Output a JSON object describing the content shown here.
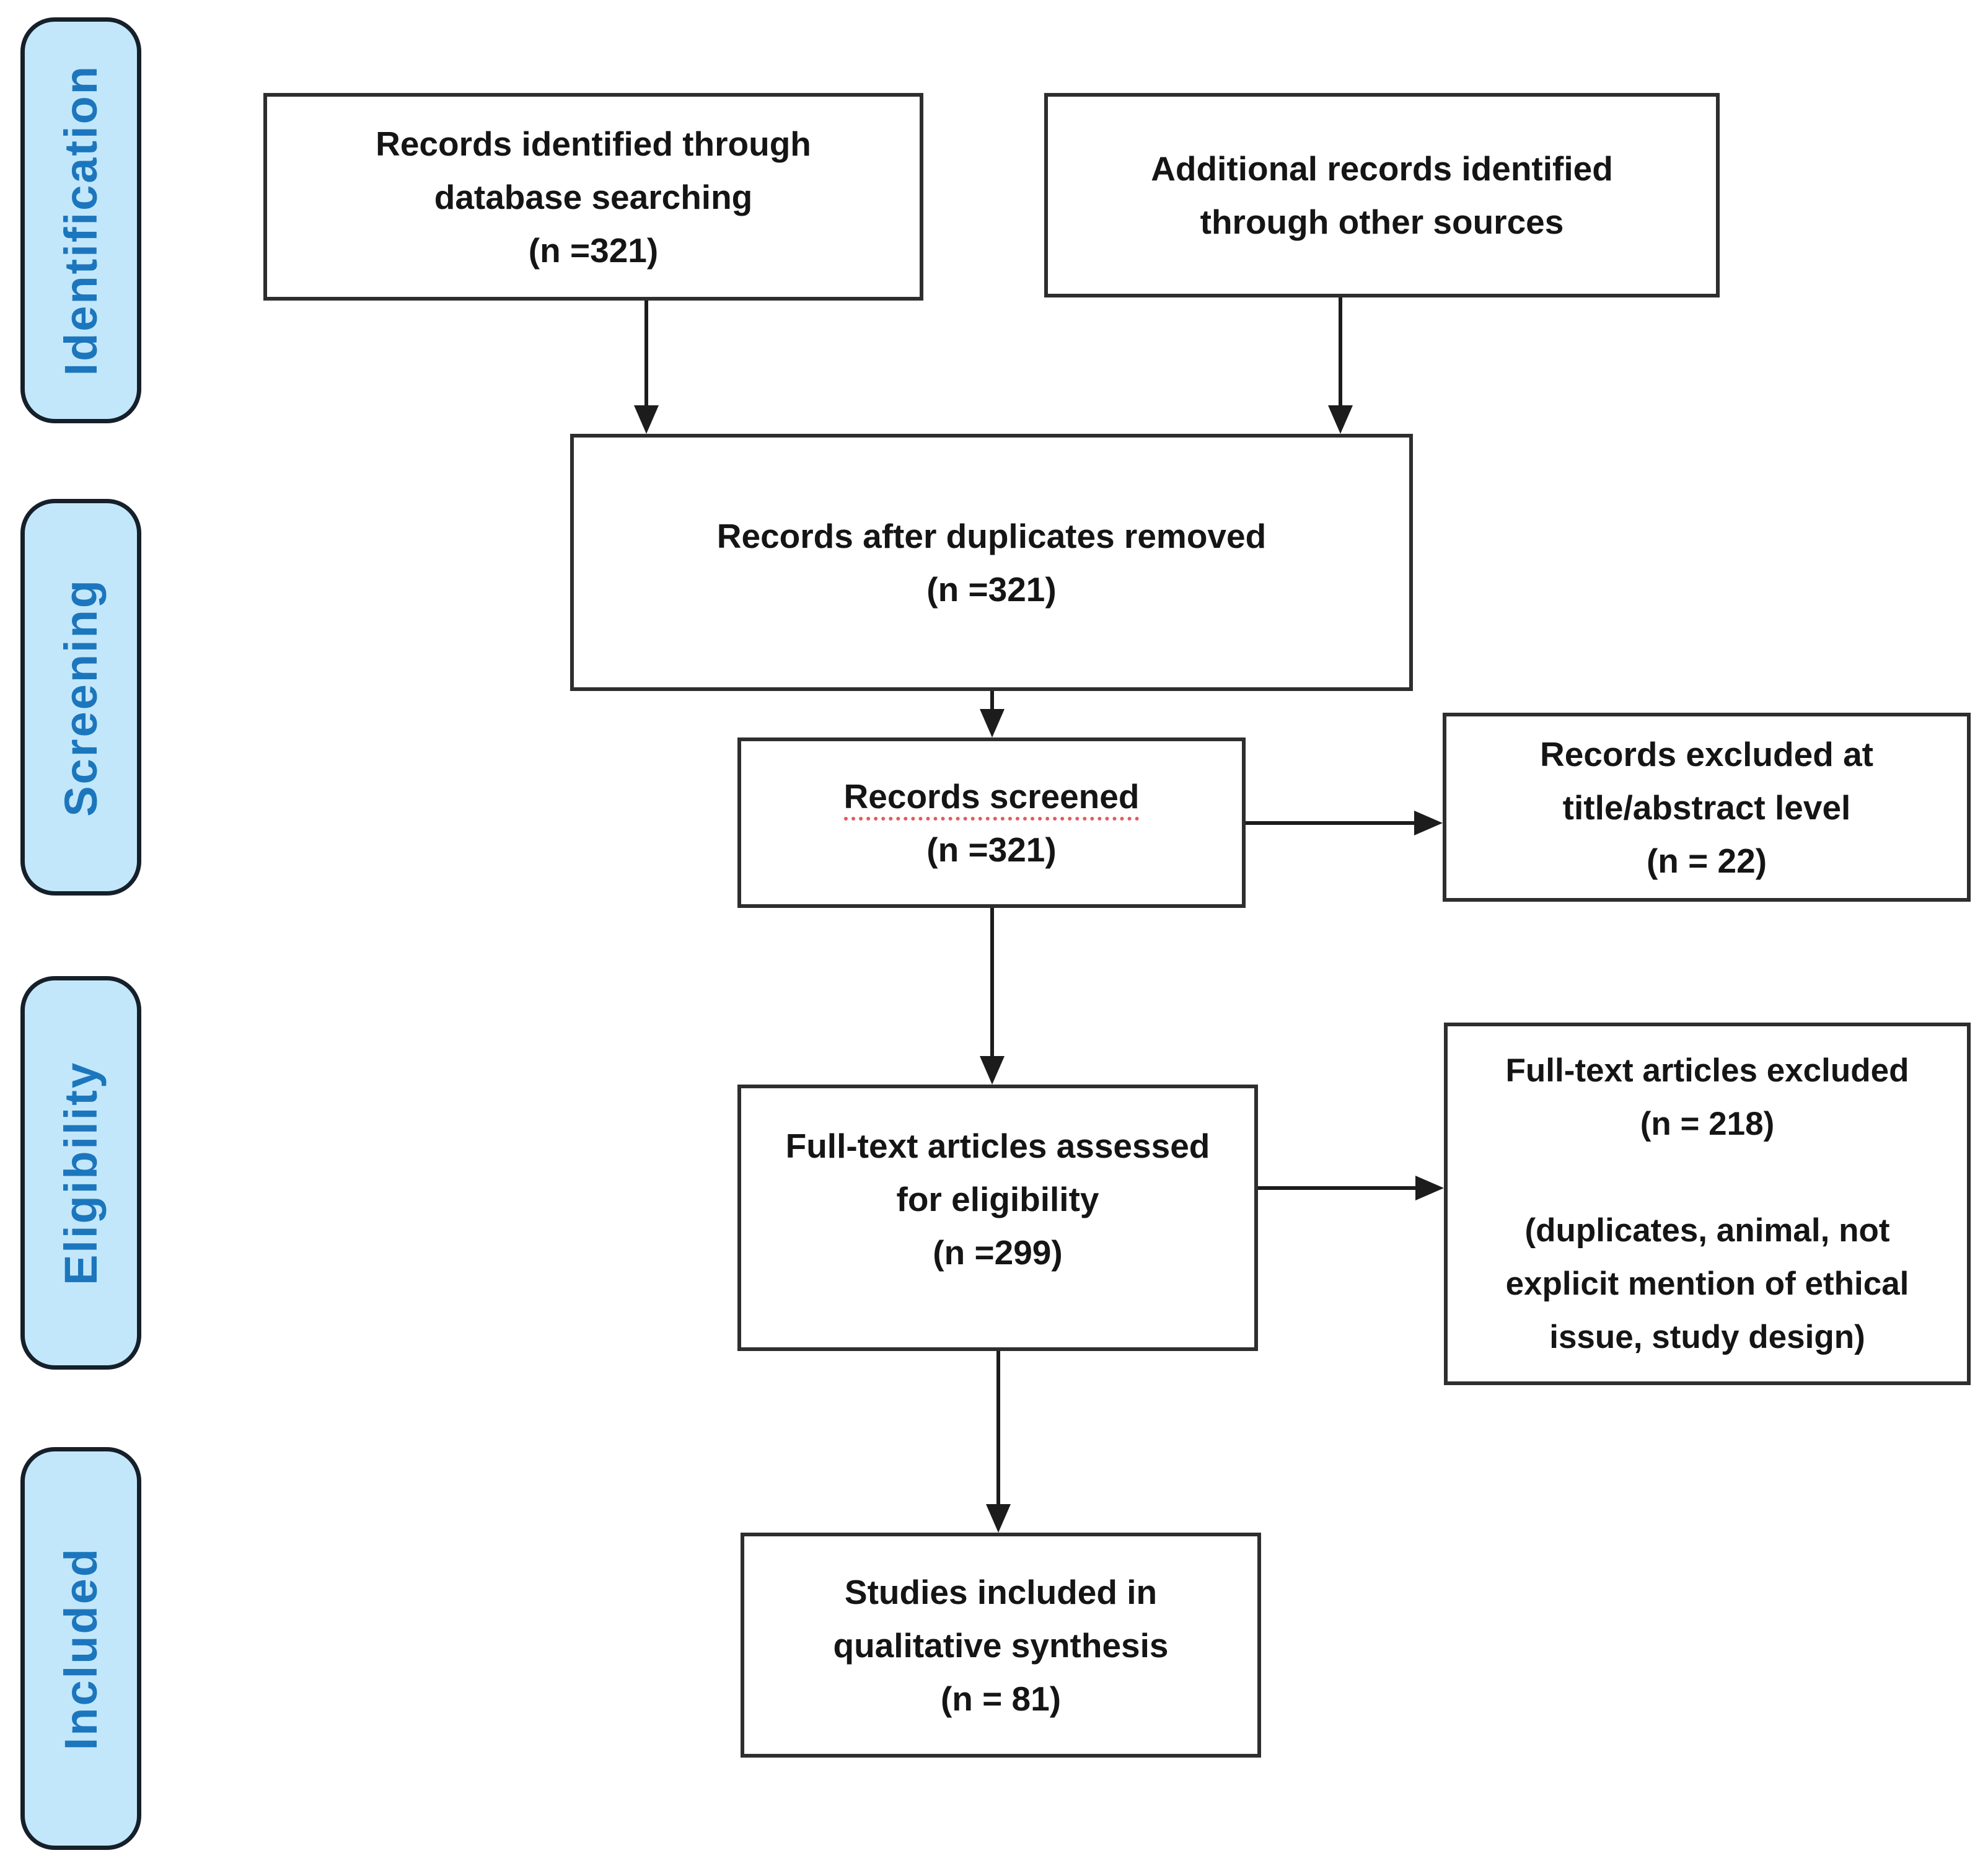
{
  "figure": {
    "kind": "systematic-review-flow-diagram"
  },
  "palette": {
    "background": "#ffffff",
    "stage_fill": "#c3e7fa",
    "stage_text": "#1c76bd",
    "stage_border": "#16202a",
    "box_border": "#2e2e2e",
    "box_text": "#151515",
    "arrow": "#1c1c1c",
    "spellcheck_underline": "#e05c5c"
  },
  "stages": [
    {
      "id": "identification",
      "label": "Identification"
    },
    {
      "id": "screening",
      "label": "Screening"
    },
    {
      "id": "eligibility",
      "label": "Eligibility"
    },
    {
      "id": "included",
      "label": "Included"
    }
  ],
  "boxes": [
    {
      "id": "records-identified",
      "stage": "identification",
      "lines": [
        "Records identified through",
        "database searching",
        "(n =321)"
      ]
    },
    {
      "id": "additional-records",
      "stage": "identification",
      "lines": [
        "Additional records identified",
        "through other sources"
      ]
    },
    {
      "id": "duplicates-removed",
      "stage": "screening",
      "lines": [
        "Records after duplicates removed",
        "(n =321)"
      ]
    },
    {
      "id": "records-screened",
      "stage": "screening",
      "lines": [
        "Records screened",
        "(n =321)"
      ]
    },
    {
      "id": "records-excluded",
      "stage": "screening",
      "lines": [
        "Records excluded at",
        "title/abstract level",
        "(n = 22)"
      ]
    },
    {
      "id": "fulltext-assessed",
      "stage": "eligibility",
      "lines": [
        "Full-text articles assessed",
        "for eligibility",
        "(n =299)"
      ]
    },
    {
      "id": "fulltext-excluded",
      "stage": "eligibility",
      "lines": [
        "Full-text articles excluded",
        "(n = 218)",
        "",
        "(duplicates, animal, not",
        "explicit mention of ethical",
        "issue, study design)"
      ]
    },
    {
      "id": "studies-included",
      "stage": "included",
      "lines": [
        "Studies included in",
        "qualitative synthesis",
        "(n = 81)"
      ]
    }
  ],
  "connections": [
    {
      "from": "records-identified",
      "to": "duplicates-removed",
      "direction": "down"
    },
    {
      "from": "additional-records",
      "to": "duplicates-removed",
      "direction": "down"
    },
    {
      "from": "duplicates-removed",
      "to": "records-screened",
      "direction": "down"
    },
    {
      "from": "records-screened",
      "to": "records-excluded",
      "direction": "right"
    },
    {
      "from": "records-screened",
      "to": "fulltext-assessed",
      "direction": "down"
    },
    {
      "from": "fulltext-assessed",
      "to": "fulltext-excluded",
      "direction": "right"
    },
    {
      "from": "fulltext-assessed",
      "to": "studies-included",
      "direction": "down"
    }
  ]
}
